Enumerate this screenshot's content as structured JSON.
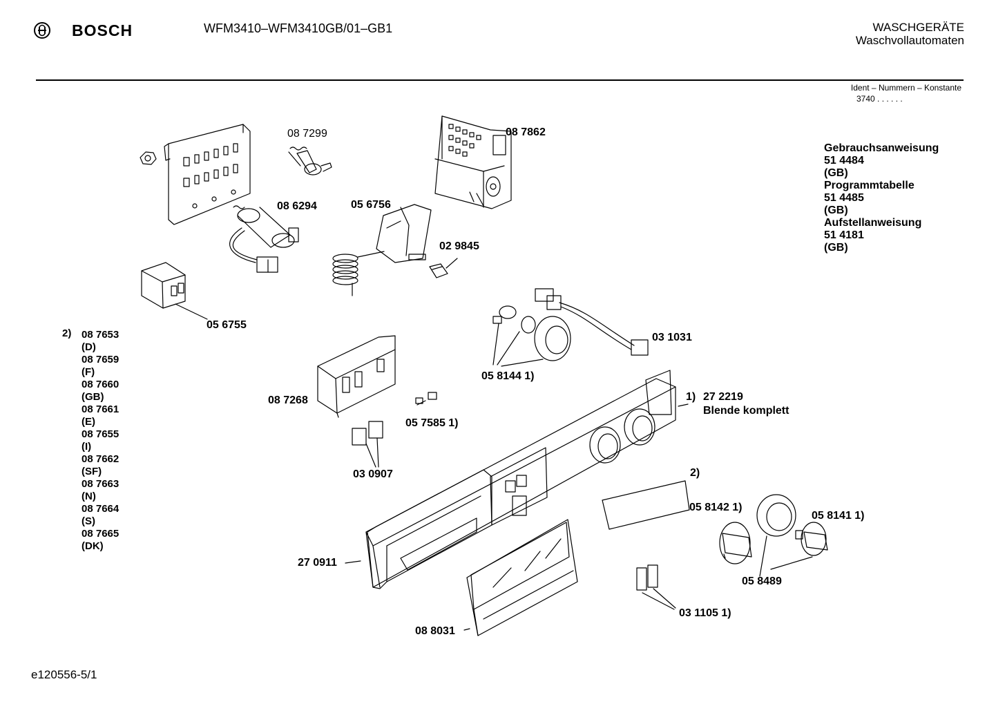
{
  "header": {
    "brand": "BOSCH",
    "model": "WFM3410–WFM3410GB/01–GB1",
    "category_line1": "WASCHGERÄTE",
    "category_line2": "Waschvollautomaten",
    "ident_label": "Ident – Nummern – Konstante",
    "ident_value": "3740  .  .  .  .  .  ."
  },
  "documents": [
    "Gebrauchsanweisung",
    "51 4484",
    "(GB)",
    "Programmtabelle",
    "51 4485",
    "(GB)",
    "Aufstellanweisung",
    "51 4181",
    "(GB)"
  ],
  "variant_marker": "2)",
  "variants": [
    "08 7653",
    "(D)",
    "08 7659",
    "(F)",
    "08 7660",
    "(GB)",
    "08 7661",
    "(E)",
    "08 7655",
    "(I)",
    "08 7662",
    "(SF)",
    "08 7663",
    "(N)",
    "08 7664",
    "(S)",
    "08 7665",
    "(DK)"
  ],
  "parts": {
    "p087299": "08 7299",
    "p087862": "08 7862",
    "p086294": "08 6294",
    "p056756": "05 6756",
    "p029845": "02 9845",
    "p056755": "05 6755",
    "p031031": "03 1031",
    "p058144": "05 8144 1)",
    "p087268": "08 7268",
    "p057585": "05 7585 1)",
    "p030907": "03 0907",
    "p272219_marker": "1)",
    "p272219": "27 2219",
    "p272219_desc": "Blende komplett",
    "marker2": "2)",
    "p058142": "05 8142 1)",
    "p058141": "05 8141 1)",
    "p058489": "05 8489",
    "p270911": "27 0911",
    "p088031": "08 8031",
    "p031105": "03 1105 1)"
  },
  "footer": {
    "code": "e120556-5/1"
  },
  "icons": {
    "logo": "bosch-armature-logo"
  }
}
